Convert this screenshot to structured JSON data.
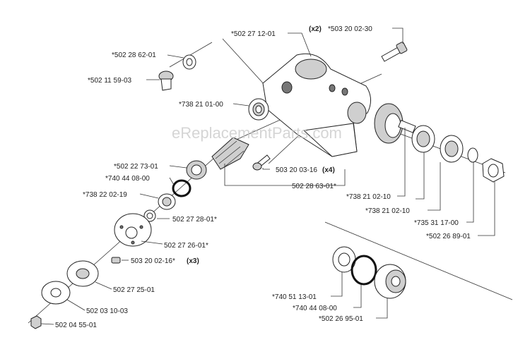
{
  "watermark": "eReplacementParts.com",
  "parts": [
    {
      "id": "p1",
      "number": "*502 27 12-01",
      "qty": ""
    },
    {
      "id": "p2",
      "number": "*503 20 02-30",
      "qty": "(x2)"
    },
    {
      "id": "p3",
      "number": "*502 28 62-01",
      "qty": ""
    },
    {
      "id": "p4",
      "number": "*502 11 59-03",
      "qty": ""
    },
    {
      "id": "p5",
      "number": "*738 21 01-00",
      "qty": ""
    },
    {
      "id": "p6",
      "number": "*502 22 73-01",
      "qty": ""
    },
    {
      "id": "p7",
      "number": "*740 44 08-00",
      "qty": ""
    },
    {
      "id": "p8",
      "number": "*738 22 02-19",
      "qty": ""
    },
    {
      "id": "p9",
      "number": "503 20 03-16",
      "qty": "(x4)"
    },
    {
      "id": "p10",
      "number": "502 28 63-01*",
      "qty": ""
    },
    {
      "id": "p11",
      "number": "*738 21 02-10",
      "qty": ""
    },
    {
      "id": "p12",
      "number": "*738 21 02-10",
      "qty": ""
    },
    {
      "id": "p13",
      "number": "*735 31 17-00",
      "qty": ""
    },
    {
      "id": "p14",
      "number": "*502 26 89-01",
      "qty": ""
    },
    {
      "id": "p15",
      "number": "502 27 28-01*",
      "qty": ""
    },
    {
      "id": "p16",
      "number": "502 27 26-01*",
      "qty": ""
    },
    {
      "id": "p17",
      "number": "503 20 02-16*",
      "qty": "(x3)"
    },
    {
      "id": "p18",
      "number": "502 27 25-01",
      "qty": ""
    },
    {
      "id": "p19",
      "number": "502 03 10-03",
      "qty": ""
    },
    {
      "id": "p20",
      "number": "502 04 55-01",
      "qty": ""
    },
    {
      "id": "p21",
      "number": "*740 51 13-01",
      "qty": ""
    },
    {
      "id": "p22",
      "number": "*740 44 08-00",
      "qty": ""
    },
    {
      "id": "p23",
      "number": "*502 26 95-01",
      "qty": ""
    }
  ]
}
